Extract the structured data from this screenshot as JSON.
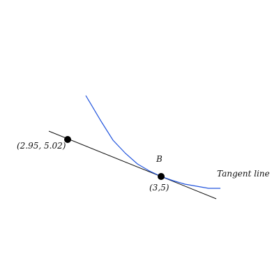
{
  "labels": {
    "point_secant": "(2.95, 5.02)",
    "point_b_name": "B",
    "point_b_coord": "(3,5)",
    "tangent": "Tangent line"
  },
  "colors": {
    "curve": "#2255dd",
    "tangent_line": "#111111",
    "points": "#000000",
    "background": "#ffffff"
  }
}
